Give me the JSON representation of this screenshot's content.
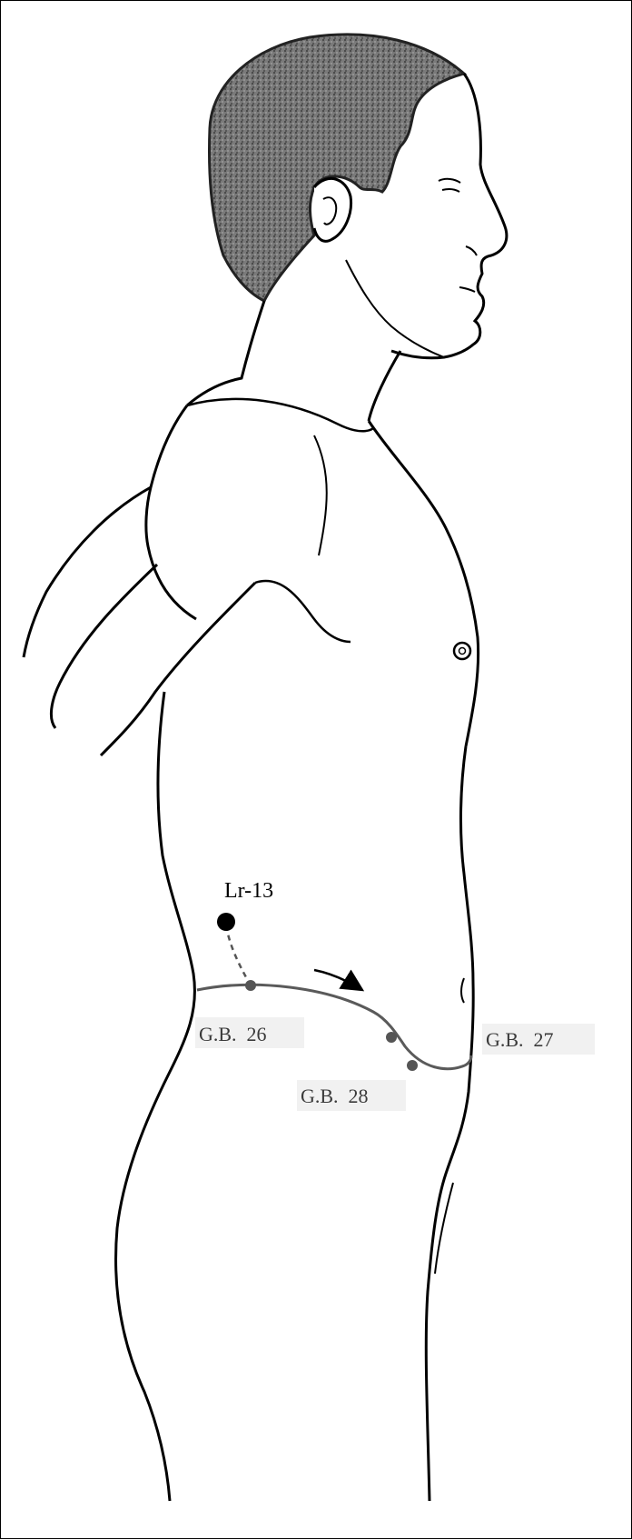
{
  "figure": {
    "points": {
      "lr13": {
        "label": "Lr-13"
      },
      "gb26": {
        "label": "G.B.  26"
      },
      "gb27": {
        "label": "G.B.  27"
      },
      "gb28": {
        "label": "G.B.  28"
      }
    },
    "colors": {
      "line": "#000000",
      "meridian": "#5a5a5a",
      "point_main": "#000000",
      "point_meridian": "#555555",
      "hair": "#6a6a6a"
    }
  }
}
